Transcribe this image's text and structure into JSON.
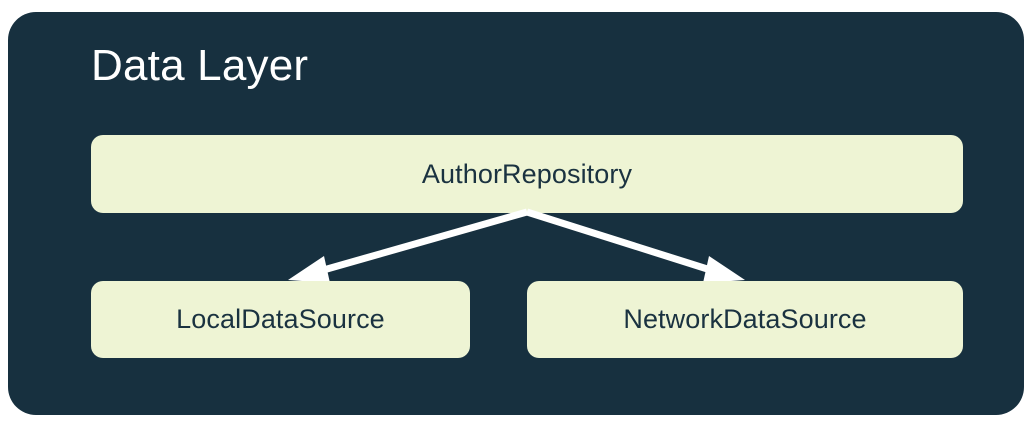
{
  "diagram": {
    "type": "architecture-layer-diagram",
    "panel": {
      "title": "Data Layer",
      "background_color": "#17303F",
      "title_color": "#FFFFFF"
    },
    "node_style": {
      "fill_color": "#EEF4D4",
      "text_color": "#1A3240"
    },
    "nodes": [
      {
        "id": "repository",
        "label": "AuthorRepository",
        "role": "repository"
      },
      {
        "id": "local",
        "label": "LocalDataSource",
        "role": "data-source"
      },
      {
        "id": "network",
        "label": "NetworkDataSource",
        "role": "data-source"
      }
    ],
    "connections": [
      {
        "from": "repository",
        "to": "local",
        "style": "solid-arrow",
        "color": "#FFFFFF"
      },
      {
        "from": "repository",
        "to": "network",
        "style": "solid-arrow",
        "color": "#FFFFFF"
      }
    ]
  }
}
